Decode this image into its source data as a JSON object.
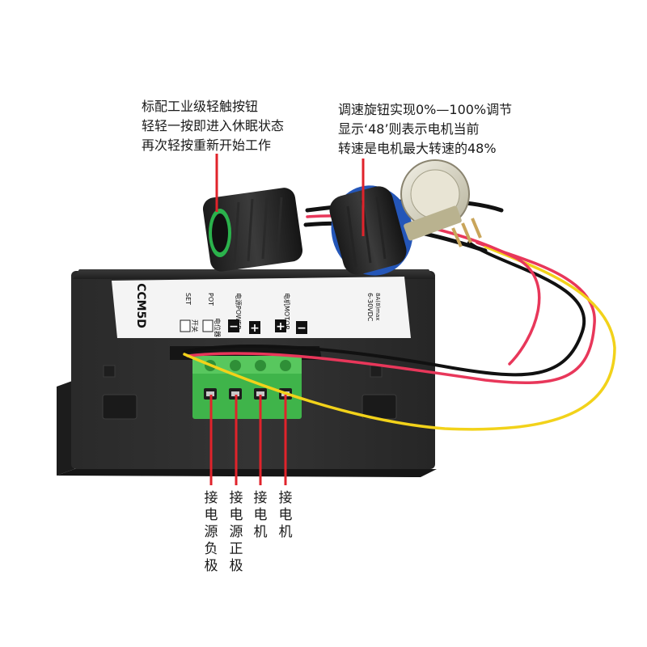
{
  "annotations": {
    "button_note": [
      "标配工业级轻触按钮",
      "轻轻一按即进入休眠状态",
      "再次轻按重新开始工作"
    ],
    "knob_note": [
      "调速旋钮实现0%—100%调节",
      "显示‘48’则表示电机当前",
      "转速是电机最大转速的48%"
    ]
  },
  "panel_label": {
    "model": "CCM5D",
    "set": "SET",
    "switch": "开关",
    "pot": "POT",
    "pot_cn": "电位器",
    "power": "电源POWER",
    "motor": "电机MOTOR",
    "rating_1": "6-30VDC",
    "rating_2": "8A(8)max",
    "minus": "−",
    "plus": "+"
  },
  "terminal_labels": [
    "接电源负极",
    "接电源正极",
    "接电机",
    "接电机"
  ],
  "colors": {
    "accent_red": "#e0232b",
    "device_body": "#2b2b2b",
    "terminal_green": "#3fb44a",
    "knob_blue": "#2456b8",
    "wire_red": "#e8375a",
    "wire_yellow": "#f2d21a"
  }
}
